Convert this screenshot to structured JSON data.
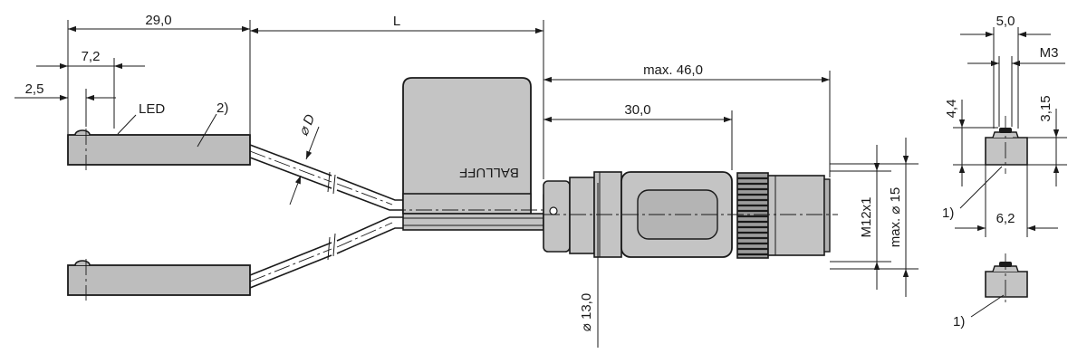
{
  "drawing": {
    "dimensions": {
      "total_sensor_length": "29,0",
      "led_offset": "7,2",
      "mount_offset": "2,5",
      "cable_length": "L",
      "max_connector_length": "max. 46,0",
      "nut_length": "30,0",
      "thread_size": "M12x1",
      "max_diameter": "max. ⌀ 15",
      "nut_diameter": "⌀ 13,0",
      "cable_diameter": "⌀ D",
      "end_width": "5,0",
      "screw_size": "M3",
      "end_height": "4,4",
      "screw_height": "3,15",
      "end_base_width": "6,2"
    },
    "labels": {
      "led": "LED",
      "note_2": "2)",
      "note_1_upper": "1)",
      "note_1_lower": "1)",
      "brand": "BALLUFF"
    },
    "colors": {
      "line": "#1a1a1a",
      "housing_fill": "#bfbfbf",
      "background": "#ffffff"
    }
  }
}
